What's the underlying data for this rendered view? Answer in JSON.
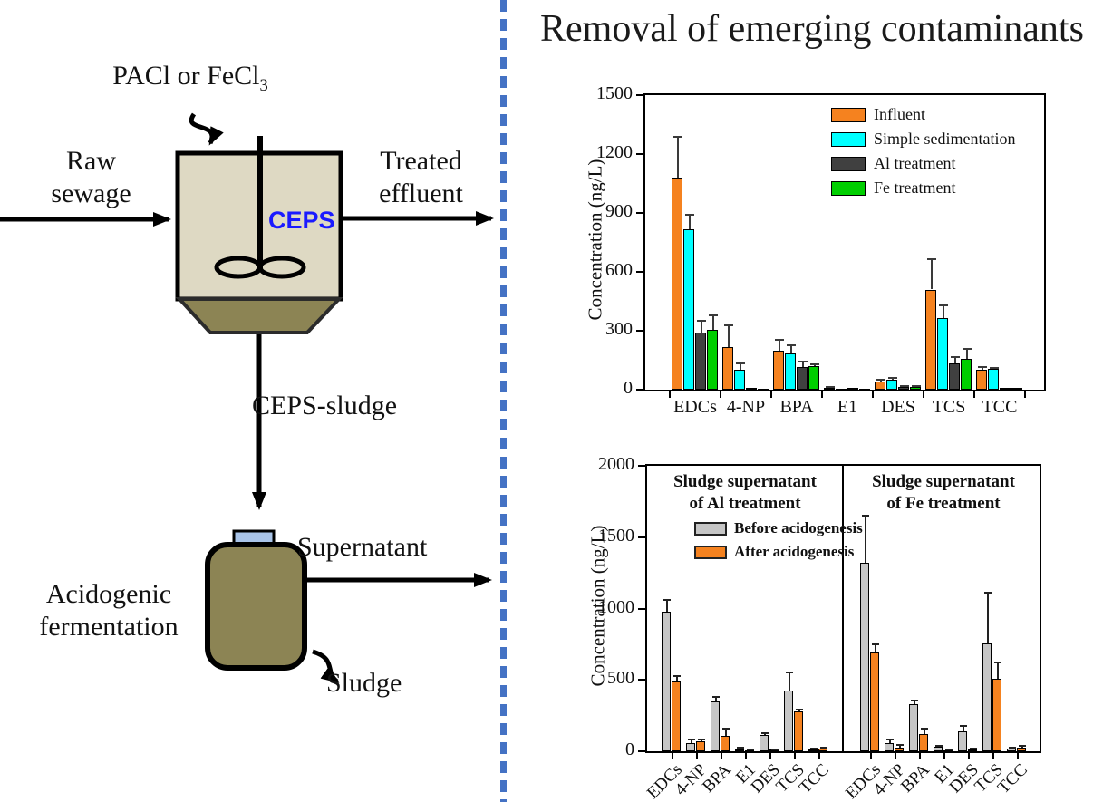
{
  "title": "Removal of emerging contaminants",
  "colors": {
    "divider": "#4472C4",
    "tank_body": "#DED9C3",
    "tank_hopper": "#8C8454",
    "bottle": "#8C8454",
    "bottle_cap": "#A9C4E8",
    "ceps_text": "#1A1AFF"
  },
  "diagram": {
    "coagulant_main": "PACl or FeCl",
    "coagulant_sub": "3",
    "raw_sewage_line1": "Raw",
    "raw_sewage_line2": "sewage",
    "treated_line1": "Treated",
    "treated_line2": "effluent",
    "ceps_label": "CEPS",
    "ceps_sludge_label": "CEPS-sludge",
    "acidogenic_line1": "Acidogenic",
    "acidogenic_line2": "fermentation",
    "supernatant_label": "Supernatant",
    "sludge_label": "Sludge"
  },
  "chart_data": [
    {
      "type": "bar",
      "ylabel": "Concentration (ng/L)",
      "ylim": [
        0,
        1500
      ],
      "yticks": [
        0,
        300,
        600,
        900,
        1200,
        1500
      ],
      "grid": false,
      "legend_position": "top-right",
      "categories": [
        "EDCs",
        "4-NP",
        "BPA",
        "E1",
        "DES",
        "TCS",
        "TCC"
      ],
      "series": [
        {
          "name": "Influent",
          "color": "#F5821F",
          "values": [
            1080,
            215,
            200,
            10,
            40,
            510,
            100
          ],
          "errors": [
            210,
            115,
            55,
            4,
            10,
            155,
            15
          ]
        },
        {
          "name": "Simple sedimentation",
          "color": "#00FFFF",
          "values": [
            815,
            100,
            185,
            3,
            50,
            365,
            105
          ],
          "errors": [
            75,
            35,
            40,
            0,
            8,
            65,
            8
          ]
        },
        {
          "name": "Al treatment",
          "color": "#404040",
          "values": [
            290,
            8,
            115,
            8,
            15,
            135,
            10
          ],
          "errors": [
            60,
            0,
            30,
            0,
            4,
            30,
            0
          ]
        },
        {
          "name": "Fe treatment",
          "color": "#00CE00",
          "values": [
            305,
            3,
            120,
            2,
            15,
            155,
            8
          ],
          "errors": [
            75,
            0,
            10,
            0,
            4,
            55,
            0
          ]
        }
      ]
    },
    {
      "type": "bar",
      "ylabel": "Concentration (ng/L)",
      "ylim": [
        0,
        2000
      ],
      "yticks": [
        0,
        500,
        1000,
        1500,
        2000
      ],
      "grid": false,
      "categories": [
        "EDCs",
        "4-NP",
        "BPA",
        "E1",
        "DES",
        "TCS",
        "TCC"
      ],
      "legend": [
        {
          "label": "Before acidogenesis",
          "color": "#C6C6C6"
        },
        {
          "label": "After acidogenesis",
          "color": "#F5821F"
        }
      ],
      "panels": [
        {
          "title_line1": "Sludge supernatant",
          "title_line2": "of Al treatment",
          "series": [
            {
              "name": "Before acidogenesis",
              "color": "#C6C6C6",
              "values": [
                975,
                60,
                350,
                15,
                115,
                425,
                15
              ],
              "errors": [
                85,
                25,
                30,
                10,
                15,
                130,
                5
              ]
            },
            {
              "name": "After acidogenesis",
              "color": "#F5821F",
              "values": [
                490,
                70,
                105,
                5,
                10,
                280,
                20
              ],
              "errors": [
                35,
                15,
                55,
                3,
                4,
                10,
                5
              ]
            }
          ]
        },
        {
          "title_line1": "Sludge supernatant",
          "title_line2": "of Fe treatment",
          "series": [
            {
              "name": "Before acidogenesis",
              "color": "#C6C6C6",
              "values": [
                1320,
                60,
                330,
                30,
                140,
                755,
                20
              ],
              "errors": [
                330,
                25,
                25,
                10,
                40,
                355,
                5
              ]
            },
            {
              "name": "After acidogenesis",
              "color": "#F5821F",
              "values": [
                690,
                25,
                120,
                5,
                15,
                510,
                25
              ],
              "errors": [
                60,
                20,
                40,
                3,
                4,
                115,
                10
              ]
            }
          ]
        }
      ]
    }
  ]
}
